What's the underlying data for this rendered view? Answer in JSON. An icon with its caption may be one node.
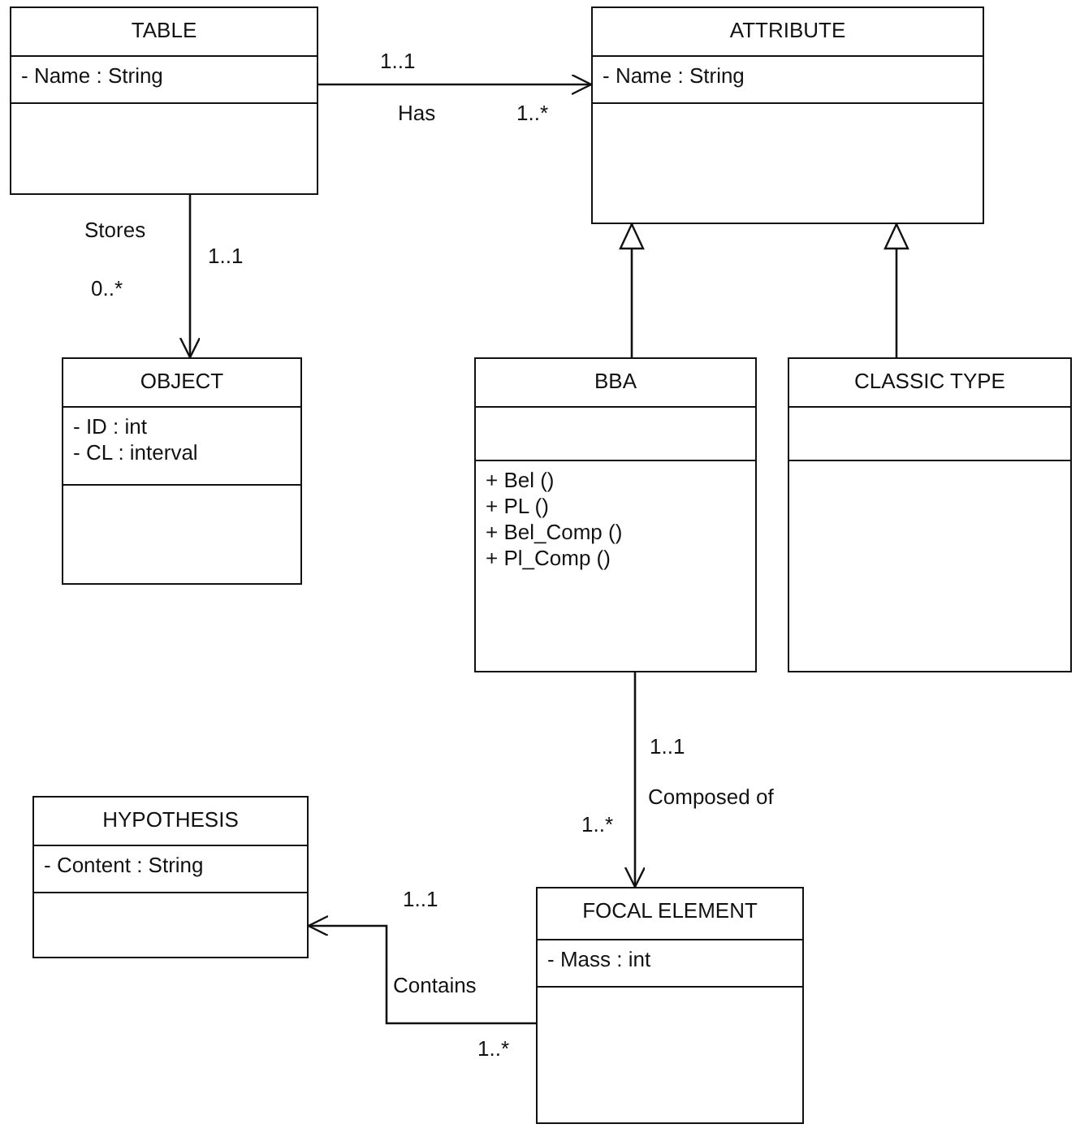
{
  "diagram": {
    "nodes": [
      {
        "text": [
          "TABLE",
          "- Name : String"
        ]
      },
      {
        "text": [
          "ATTRIBUTE",
          "- Name : String"
        ]
      },
      {
        "text": [
          "OBJECT",
          "- ID : int",
          "- CL : interval"
        ]
      },
      {
        "text": [
          "BBA",
          "+ Bel ()",
          "+ PL ()",
          "+ Bel_Comp ()",
          "+ Pl_Comp ()"
        ]
      },
      {
        "text": [
          "CLASSIC TYPE"
        ]
      },
      {
        "text": [
          "HYPOTHESIS",
          "- Content : String"
        ]
      },
      {
        "text": [
          "FOCAL ELEMENT",
          "- Mass : int"
        ]
      }
    ],
    "edges": [
      {
        "from": 0,
        "to": 1,
        "arrow": "to",
        "label": "Has"
      },
      {
        "from": 0,
        "to": 2,
        "arrow": "to",
        "label": "Stores"
      },
      {
        "from": 3,
        "to": 1,
        "arrow": "to"
      },
      {
        "from": 4,
        "to": 1,
        "arrow": "to"
      },
      {
        "from": 3,
        "to": 6,
        "arrow": "to",
        "label": "Composed of"
      },
      {
        "from": 6,
        "to": 5,
        "arrow": "to",
        "label": "Contains"
      }
    ],
    "labels": [
      "1..1",
      "1..*",
      "1..1",
      "0..*",
      "1..1",
      "1..*",
      "1..1",
      "1..*"
    ]
  }
}
